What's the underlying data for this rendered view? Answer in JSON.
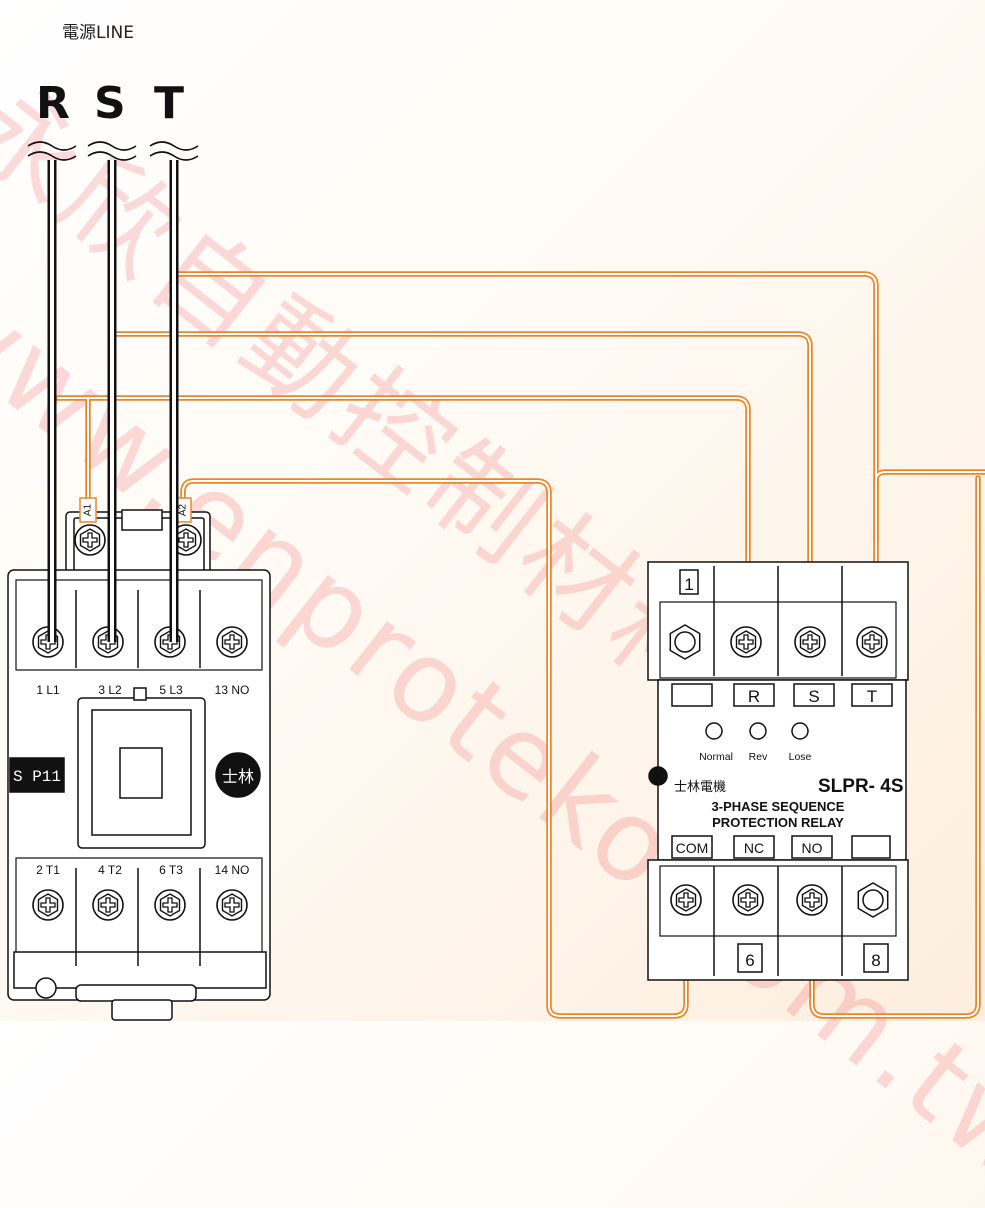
{
  "title": "電源LINE",
  "phases": [
    "R",
    "S",
    "T"
  ],
  "contactor": {
    "model": "S P11",
    "logo_text": "士林",
    "coil_terminals": [
      "A1",
      "A2"
    ],
    "top_terminals": [
      "1 L1",
      "3 L2",
      "5 L3",
      "13 NO"
    ],
    "bottom_terminals": [
      "2 T1",
      "4 T2",
      "6 T3",
      "14 NO"
    ]
  },
  "relay": {
    "terminal_1": "1",
    "top_labels": [
      "R",
      "S",
      "T"
    ],
    "indicators": [
      "Normal",
      "Rev",
      "Lose"
    ],
    "brand": "士林電機",
    "model": "SLPR- 4S",
    "desc_line1": "3-PHASE SEQUENCE",
    "desc_line2": "PROTECTION RELAY",
    "bottom_labels": [
      "COM",
      "NC",
      "NO"
    ],
    "terminal_6": "6",
    "terminal_8": "8"
  },
  "watermark": "www.enproteko.com.tw",
  "watermark_cjk": "永欣自動控制材料",
  "colors": {
    "wire": "#e8872a",
    "line": "#111111",
    "watermark": "#e61e28"
  }
}
